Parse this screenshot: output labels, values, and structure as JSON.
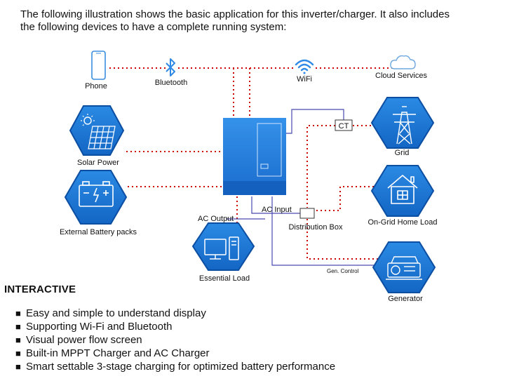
{
  "intro": {
    "line1": "The following illustration shows the basic application for this inverter/charger. It also includes",
    "line2": "the following devices to have a complete running system:"
  },
  "labels": {
    "phone": "Phone",
    "bluetooth": "Bluetooth",
    "wifi": "WiFi",
    "cloud": "Cloud Services",
    "solar": "Solar Power",
    "battery": "External Battery packs",
    "grid": "Grid",
    "ct": "CT",
    "home_load": "On-Grid Home Load",
    "ac_input": "AC Input",
    "distribution_box": "Distribution Box",
    "ac_output": "AC Output",
    "essential_load": "Essential Load",
    "gen_control": "Gen. Control",
    "generator": "Generator"
  },
  "features": {
    "title": "INTERACTIVE",
    "bullet": "■",
    "items": [
      "Easy and simple to understand display",
      "Supporting Wi-Fi and Bluetooth",
      "Visual power flow screen",
      "Built-in MPPT Charger and AC Charger",
      "Smart settable 3-stage charging for optimized battery performance"
    ]
  },
  "colors": {
    "hex_fill": "#1f7fd8",
    "hex_stroke": "#0b4ea2",
    "inverter_top": "#2f89e6",
    "inverter_bottom": "#1c6fd0",
    "dotted_line": "#cc0000",
    "solid_line": "#4a4ab0"
  }
}
